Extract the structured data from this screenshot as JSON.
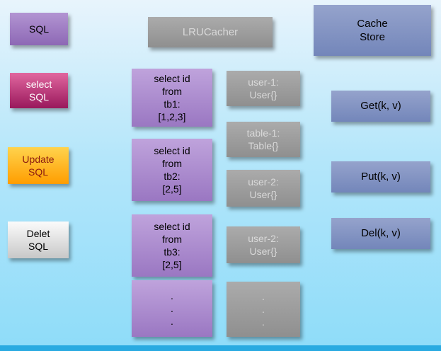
{
  "nodes": {
    "sql": "SQL",
    "lrucacher": "LRUCacher",
    "cache_store": "Cache\nStore",
    "select_sql": "select\nSQL",
    "update_sql": "Update\nSQL",
    "delet_sql": "Delet\nSQL",
    "query_tb1": "select id\nfrom\ntb1:\n[1,2,3]",
    "query_tb2": "select id\nfrom\ntb2:\n[2,5]",
    "query_tb3": "select id\nfrom\ntb3:\n[2,5]",
    "query_more": ".\n.\n.",
    "cache_user1": "user-1:\nUser{}",
    "cache_table1": "table-1:\nTable{}",
    "cache_user2a": "user-2:\nUser{}",
    "cache_user2b": "user-2:\nUser{}",
    "cache_more": ".\n.\n.",
    "op_get": "Get(k, v)",
    "op_put": "Put(k, v)",
    "op_del": "Del(k, v)"
  },
  "colors": {
    "bg_top": "#e8f4fc",
    "bg_mid": "#b4e6fa",
    "bg_bottom": "#8edcf9",
    "bottom_bar": "#29aae1",
    "purple_top": "#b294d2",
    "purple_bottom": "#8d68b5",
    "query_top": "#bfa3dc",
    "query_bottom": "#9a77c2",
    "magenta_top": "#e1679f",
    "magenta_bottom": "#99185c",
    "orange_top": "#ffd34d",
    "orange_bottom": "#ff9d00",
    "orange_text": "#8b1a10",
    "gray_top": "#ababab",
    "gray_bottom": "#8f8f8f",
    "graybox_text": "#d9d9d9",
    "lightgray_top": "#fbfbfb",
    "lightgray_bottom": "#c8c8c8",
    "slate_top": "#95a3cc",
    "slate_bottom": "#7386ba"
  }
}
